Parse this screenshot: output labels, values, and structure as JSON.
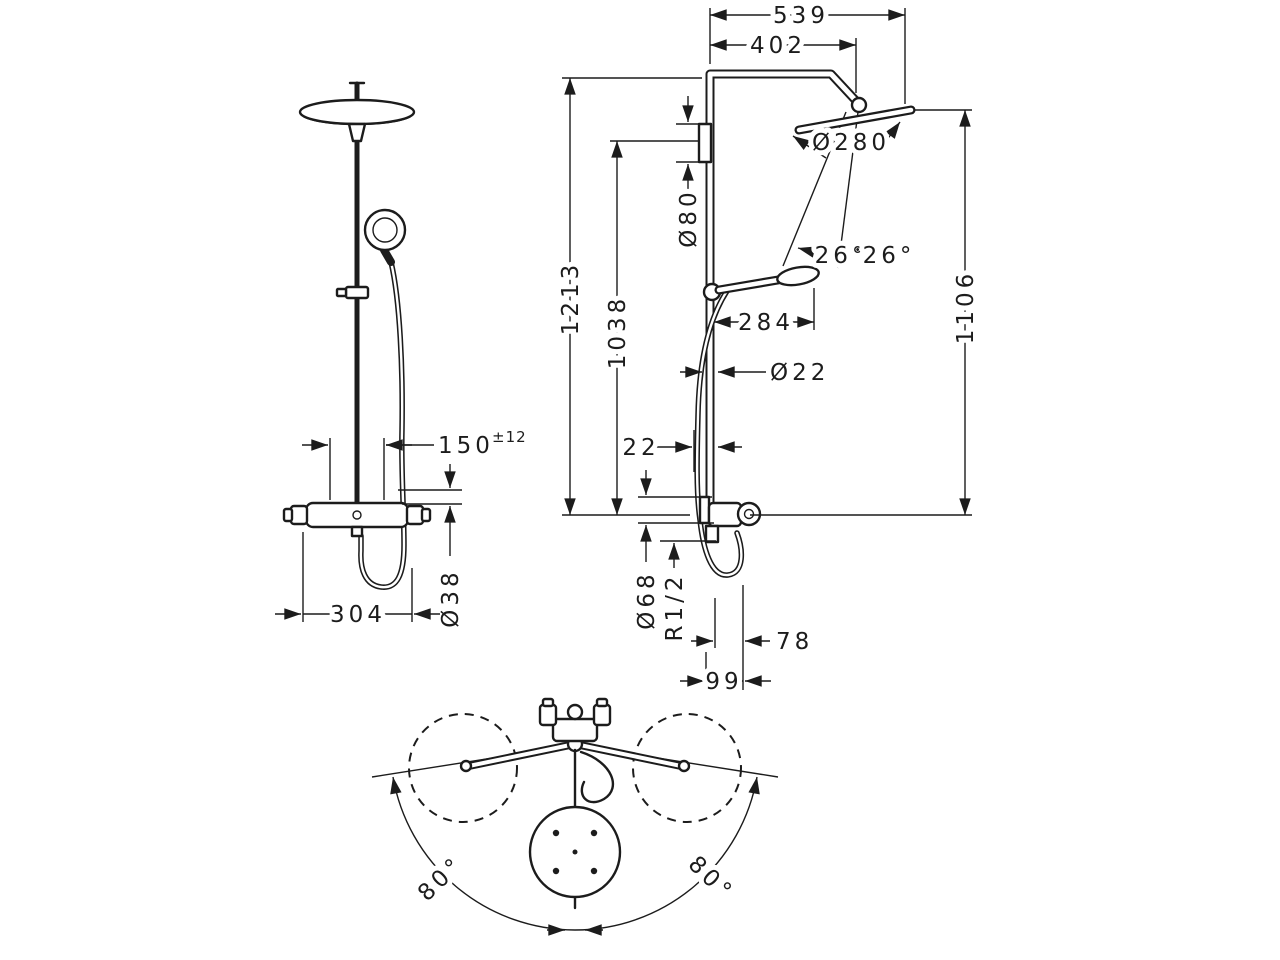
{
  "style": {
    "line_color": "#1c1c1c",
    "background": "#ffffff"
  },
  "front_view": {
    "dim_150": "150",
    "dim_150_tol": "±12",
    "dim_304": "304",
    "dim_dia38": "Ø38"
  },
  "side_view": {
    "dim_539": "539",
    "dim_402": "402",
    "dim_dia280": "Ø280",
    "dim_dia80": "Ø80",
    "dim_1213": "1213",
    "dim_1038": "1038",
    "dim_1106": "1106",
    "dim_angle26_a": "26°",
    "dim_angle26_b": "26°",
    "dim_284": "284",
    "dim_dia22": "Ø22",
    "dim_22": "22",
    "dim_dia68": "Ø68",
    "dim_r12": "R1/2",
    "dim_78": "78",
    "dim_99": "99"
  },
  "top_view": {
    "angle_left": "80°",
    "angle_right": "80°"
  }
}
